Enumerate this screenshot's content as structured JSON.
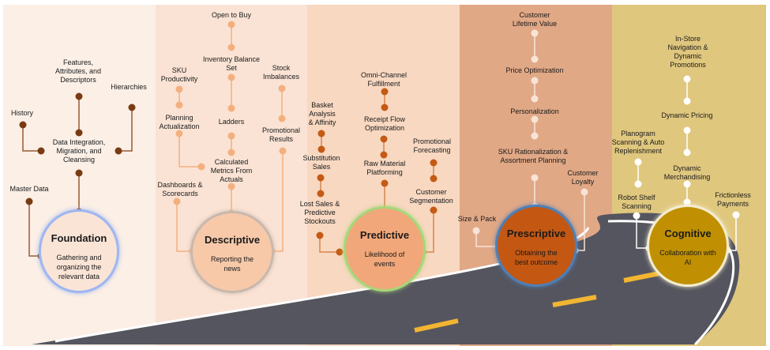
{
  "stages": [
    {
      "id": "foundation",
      "title": "Foundation",
      "subtitle": "Gathering and\norganizing the\nrelevant data",
      "band_color": "#fbefe6",
      "circle_color": "#f9e4d6",
      "circle_ring": "#9fb6f0",
      "node_color": "#7a3b12",
      "line_color": "#9a5a34",
      "labels": [
        {
          "id": "features",
          "text": "Features,\nAttributes, and\nDescriptors"
        },
        {
          "id": "hierarchies",
          "text": "Hierarchies"
        },
        {
          "id": "history",
          "text": "History"
        },
        {
          "id": "data-integration",
          "text": "Data Integration,\nMigration, and\nCleansing"
        },
        {
          "id": "master-data",
          "text": "Master Data"
        }
      ]
    },
    {
      "id": "descriptive",
      "title": "Descriptive",
      "subtitle": "Reporting the\nnews",
      "band_color": "#fae3d4",
      "circle_color": "#f7c9a9",
      "circle_ring": "#c9b8ad",
      "node_color": "#f3b07e",
      "line_color": "#f3b07e",
      "labels": [
        {
          "id": "open-to-buy",
          "text": "Open to Buy"
        },
        {
          "id": "inventory-balance",
          "text": "Inventory Balance\nSet"
        },
        {
          "id": "sku-productivity",
          "text": "SKU\nProductivity"
        },
        {
          "id": "stock-imbalances",
          "text": "Stock\nImbalances"
        },
        {
          "id": "planning-actualization",
          "text": "Planning\nActualization"
        },
        {
          "id": "ladders",
          "text": "Ladders"
        },
        {
          "id": "promotional-results",
          "text": "Promotional\nResults"
        },
        {
          "id": "calculated-metrics",
          "text": "Calculated\nMetrics From\nActuals"
        },
        {
          "id": "dashboards",
          "text": "Dashboards &\nScorecards"
        }
      ]
    },
    {
      "id": "predictive",
      "title": "Predictive",
      "subtitle": "Likelihood of\nevents",
      "band_color": "#f8d8c1",
      "circle_color": "#f1a77a",
      "circle_ring": "#a8d67a",
      "node_color": "#c55a14",
      "line_color": "#d9864a",
      "labels": [
        {
          "id": "omni-channel",
          "text": "Omni-Channel\nFulfillment"
        },
        {
          "id": "basket-analysis",
          "text": "Basket\nAnalysis\n& Affinity"
        },
        {
          "id": "receipt-flow",
          "text": "Receipt Flow\nOptimization"
        },
        {
          "id": "promotional-forecasting",
          "text": "Promotional\nForecasting"
        },
        {
          "id": "substitution-sales",
          "text": "Substitution\nSales"
        },
        {
          "id": "raw-material",
          "text": "Raw Material\nPlatforming"
        },
        {
          "id": "customer-segmentation",
          "text": "Customer\nSegmentation"
        },
        {
          "id": "lost-sales",
          "text": "Lost Sales &\nPredictive\nStockouts"
        }
      ]
    },
    {
      "id": "prescriptive",
      "title": "Prescriptive",
      "subtitle": "Obtaining the\nbest outcome",
      "band_color": "#e1a886",
      "circle_color": "#c45712",
      "circle_ring": "#4f7fb5",
      "node_color": "#f8e4d6",
      "line_color": "#f8e4d6",
      "labels": [
        {
          "id": "customer-lifetime-value",
          "text": "Customer\nLifetime Value"
        },
        {
          "id": "price-optimization",
          "text": "Price Optimization"
        },
        {
          "id": "personalization",
          "text": "Personalization"
        },
        {
          "id": "sku-rationalization",
          "text": "SKU Rationalization &\nAssortment Planning"
        },
        {
          "id": "customer-loyalty",
          "text": "Customer\nLoyalty"
        },
        {
          "id": "size-pack",
          "text": "Size & Pack"
        }
      ]
    },
    {
      "id": "cognitive",
      "title": "Cognitive",
      "subtitle": "Collaboration with\nAI",
      "band_color": "#e0c77e",
      "circle_color": "#c09002",
      "circle_ring": "#f4ecd0",
      "node_color": "#ffffff",
      "line_color": "#ffffff",
      "labels": [
        {
          "id": "in-store-navigation",
          "text": "In-Store\nNavigation &\nDynamic\nPromotions"
        },
        {
          "id": "dynamic-pricing",
          "text": "Dynamic Pricing"
        },
        {
          "id": "planogram-scanning",
          "text": "Planogram\nScanning & Auto\nReplenishment"
        },
        {
          "id": "dynamic-merchandising",
          "text": "Dynamic\nMerchandising"
        },
        {
          "id": "robot-shelf-scanning",
          "text": "Robot Shelf\nScanning"
        },
        {
          "id": "frictionless-payments",
          "text": "Frictionless\nPayments"
        }
      ]
    }
  ],
  "road": {
    "asphalt_color": "#55555f",
    "edge_color": "#ffffff",
    "stripe_color": "#f2b531"
  }
}
